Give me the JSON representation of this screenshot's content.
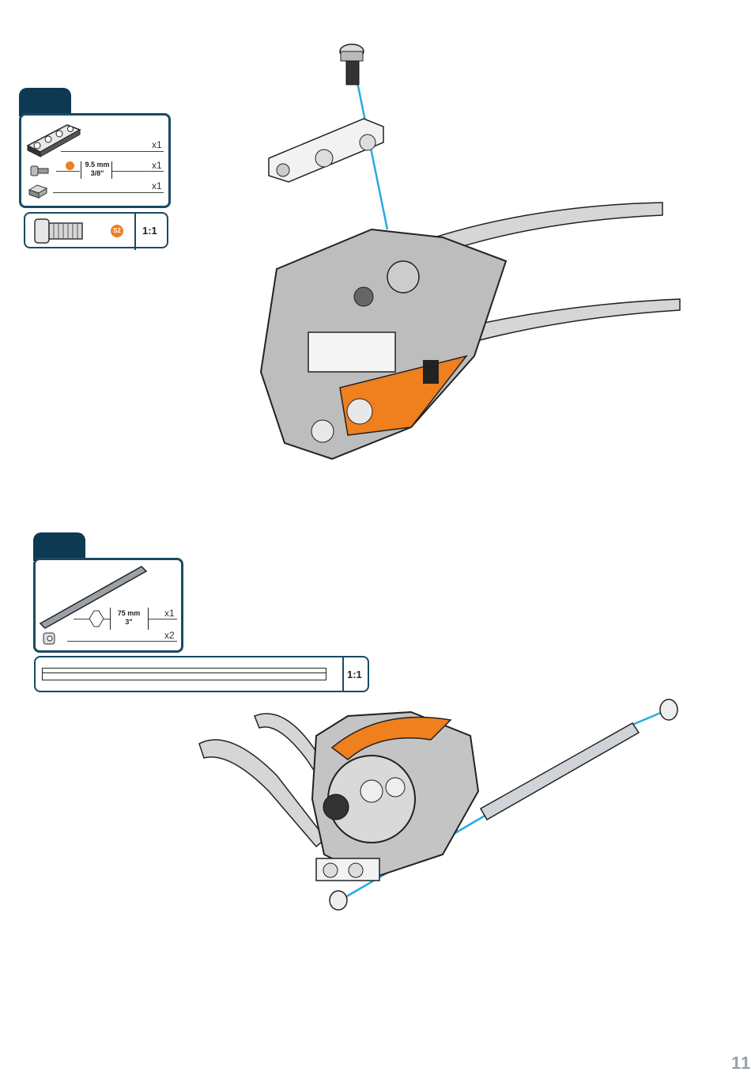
{
  "step1": {
    "parts": [
      {
        "name": "flat-bracket",
        "qty": "x1"
      },
      {
        "name": "screw",
        "qty": "x1",
        "code": "S2",
        "size_mm": "9.5 mm",
        "size_in": "3/8\""
      },
      {
        "name": "nut",
        "qty": "x1"
      }
    ],
    "scale_code": "S2",
    "scale_ratio": "1:1"
  },
  "step2": {
    "parts": [
      {
        "name": "axle",
        "qty": "x1",
        "size_mm": "75 mm",
        "size_in": "3\""
      },
      {
        "name": "collar",
        "qty": "x2"
      }
    ],
    "scale_ratio": "1:1"
  },
  "colors": {
    "panel_border": "#1a4a63",
    "tab": "#0d3a52",
    "accent_orange": "#f07f1e",
    "guide_blue": "#29a9e0"
  },
  "page_number": "11"
}
